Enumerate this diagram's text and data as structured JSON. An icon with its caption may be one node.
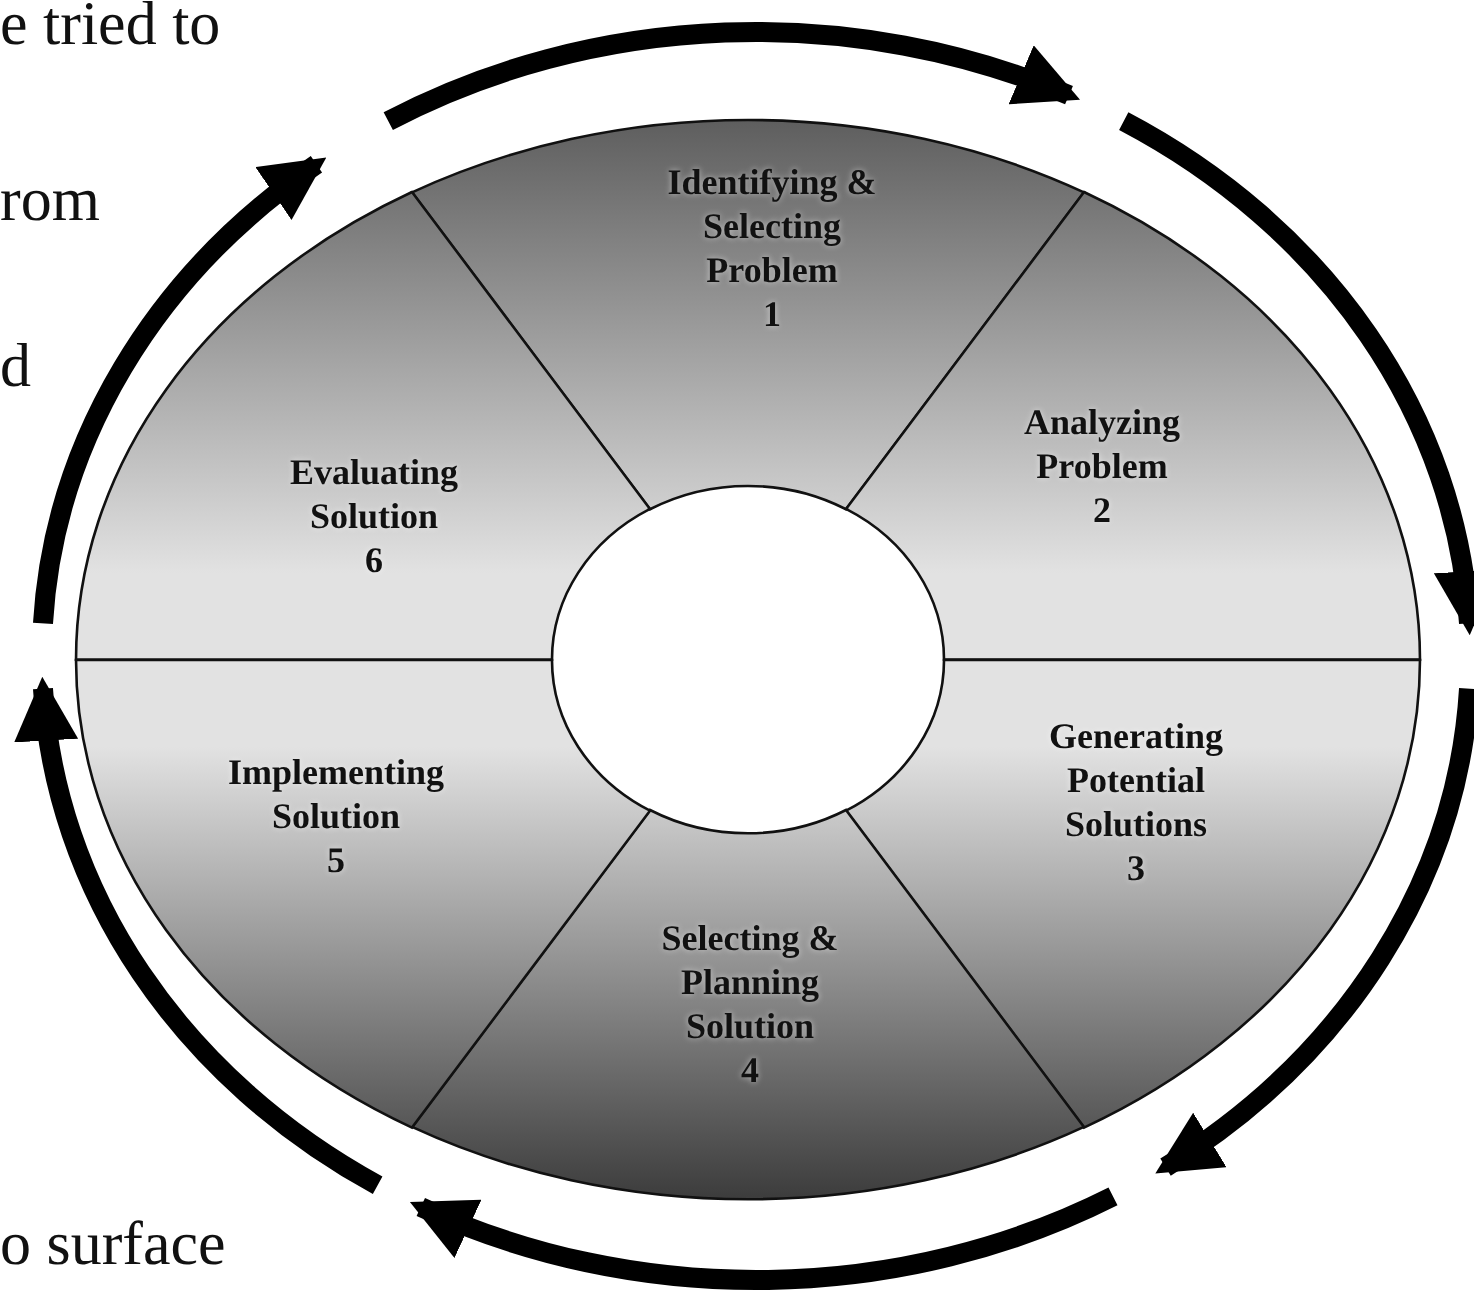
{
  "diagram": {
    "nodes": [
      {
        "text": [
          "Identifying & Selecting Problem",
          "1"
        ]
      },
      {
        "text": [
          "Analyzing Problem",
          "2"
        ]
      },
      {
        "text": [
          "Generating Potential Solutions",
          "3"
        ]
      },
      {
        "text": [
          "Selecting & Planning Solution",
          "4"
        ]
      },
      {
        "text": [
          "Implementing Solution",
          "5"
        ]
      },
      {
        "text": [
          "Evaluating Solution",
          "6"
        ]
      }
    ],
    "labels": [
      "e tried to",
      "rom",
      "d",
      "o surface"
    ]
  }
}
